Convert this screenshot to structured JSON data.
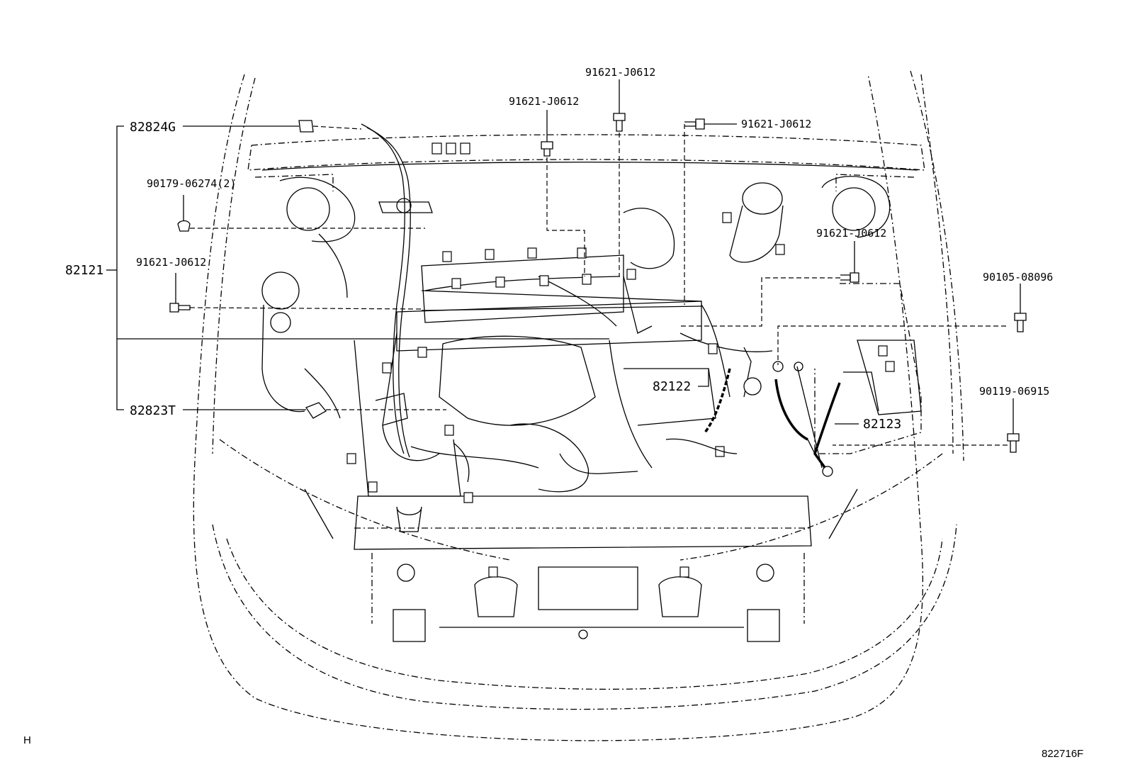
{
  "diagram": {
    "labels": {
      "p82824G": "82824G",
      "p90179": "90179-06274(2)",
      "p82121": "82121",
      "p91621_left": "91621-J0612",
      "p82823T": "82823T",
      "p91621_topleft": "91621-J0612",
      "p91621_top": "91621-J0612",
      "p91621_topright": "91621-J0612",
      "p91621_right": "91621-J0612",
      "p90105": "90105-08096",
      "p90119": "90119-06915",
      "p82122": "82122",
      "p82123": "82123"
    },
    "footer": {
      "left_code": "H",
      "figure_id": "822716F"
    }
  }
}
